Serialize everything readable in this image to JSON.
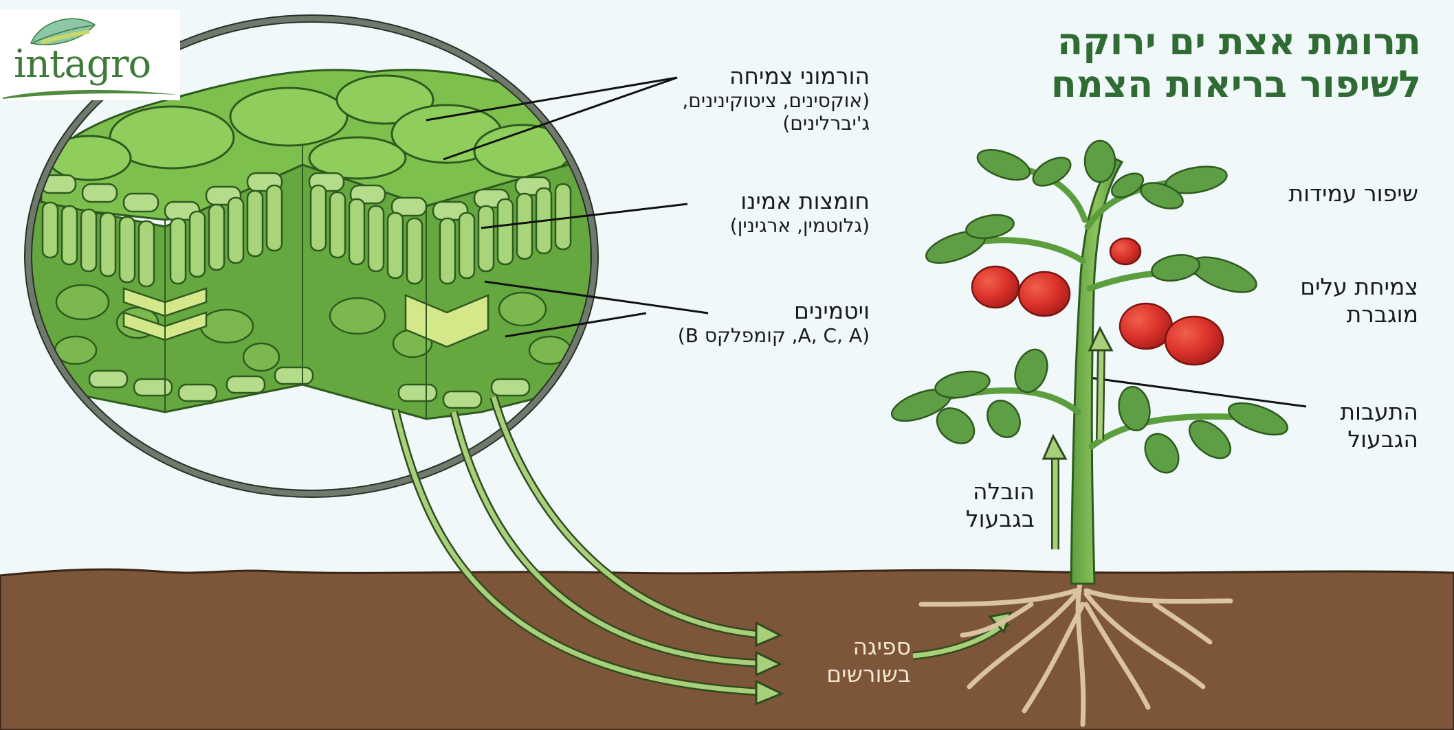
{
  "logo": {
    "text": "intagro"
  },
  "title": {
    "line1": "תרומת אצת ים ירוקה",
    "line2": "לשיפור בריאות הצמח"
  },
  "leaf_labels": {
    "hormones": {
      "title": "הורמוני צמיחה",
      "detail1": "(אוקסינים, ציטוקינינים,",
      "detail2": "ג'יברלינים)"
    },
    "amino": {
      "title": "חומצות אמינו",
      "detail": "(גלוטמין, ארגינין)"
    },
    "vitamins": {
      "title": "ויטמינים",
      "detail": "(A, C, A, קומפלקס B)"
    }
  },
  "plant_labels": {
    "stability": "שיפור עמידות",
    "leaf_growth": {
      "line1": "צמיחת עלים",
      "line2": "מוגברת"
    },
    "stem_thickening": {
      "line1": "התעבות",
      "line2": "הגבעול"
    },
    "stem_transport": {
      "line1": "הובלה",
      "line2": "בגבעול"
    },
    "root_absorption": {
      "line1": "ספיגה",
      "line2": "בשורשים"
    }
  },
  "colors": {
    "background": "#f0f8fa",
    "soil": "#7d5538",
    "title_green": "#2f6b33",
    "leaf_green": "#6fb043",
    "arrow_green": "#a8cf7a",
    "tomato_red": "#d9302a",
    "root_tan": "#d9c3a0",
    "circle_ring": "#6f7a6c"
  }
}
